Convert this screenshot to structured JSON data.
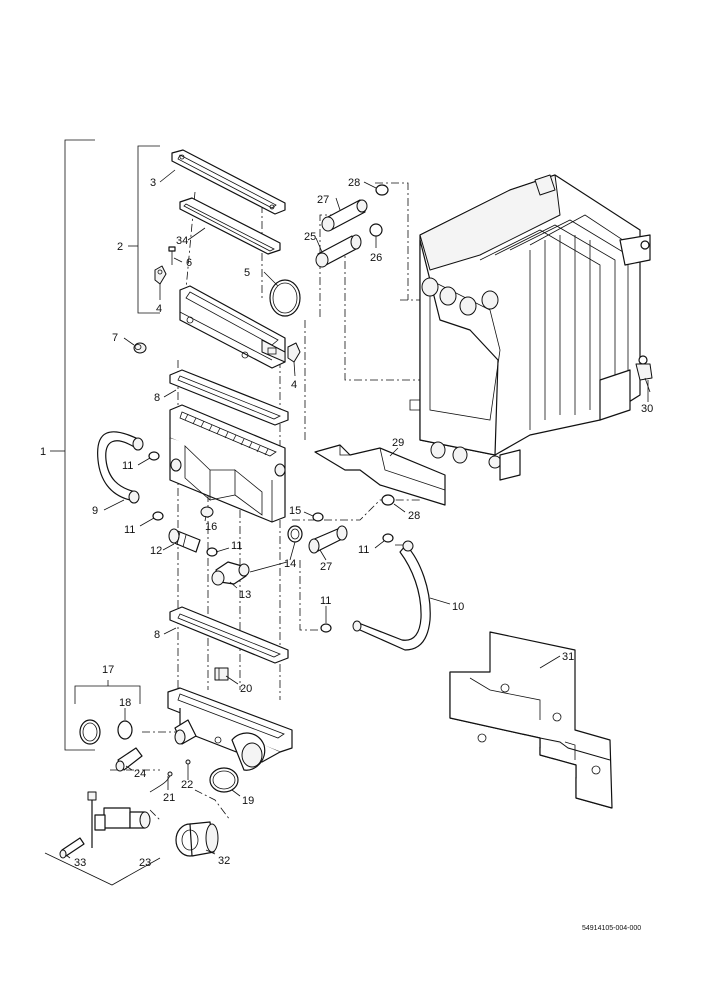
{
  "drawing": {
    "code": "54914105-004-000"
  },
  "callouts": [
    {
      "id": "c1",
      "text": "1"
    },
    {
      "id": "c2",
      "text": "2"
    },
    {
      "id": "c3",
      "text": "3"
    },
    {
      "id": "c34",
      "text": "34"
    },
    {
      "id": "c6",
      "text": "6"
    },
    {
      "id": "c4a",
      "text": "4"
    },
    {
      "id": "c5",
      "text": "5"
    },
    {
      "id": "c7",
      "text": "7"
    },
    {
      "id": "c4b",
      "text": "4"
    },
    {
      "id": "c8a",
      "text": "8"
    },
    {
      "id": "c11a",
      "text": "11"
    },
    {
      "id": "c9",
      "text": "9"
    },
    {
      "id": "c11b",
      "text": "11"
    },
    {
      "id": "c16",
      "text": "16"
    },
    {
      "id": "c12",
      "text": "12"
    },
    {
      "id": "c11c",
      "text": "11"
    },
    {
      "id": "c13",
      "text": "13"
    },
    {
      "id": "c14",
      "text": "14"
    },
    {
      "id": "c15",
      "text": "15"
    },
    {
      "id": "c27b",
      "text": "27"
    },
    {
      "id": "c11d",
      "text": "11"
    },
    {
      "id": "c11e",
      "text": "11"
    },
    {
      "id": "c10",
      "text": "10"
    },
    {
      "id": "c8b",
      "text": "8"
    },
    {
      "id": "c17",
      "text": "17"
    },
    {
      "id": "c18",
      "text": "18"
    },
    {
      "id": "c20",
      "text": "20"
    },
    {
      "id": "c24",
      "text": "24"
    },
    {
      "id": "c21",
      "text": "21"
    },
    {
      "id": "c22",
      "text": "22"
    },
    {
      "id": "c19",
      "text": "19"
    },
    {
      "id": "c23",
      "text": "23"
    },
    {
      "id": "c33",
      "text": "33"
    },
    {
      "id": "c32",
      "text": "32"
    },
    {
      "id": "c28a",
      "text": "28"
    },
    {
      "id": "c27a",
      "text": "27"
    },
    {
      "id": "c25",
      "text": "25"
    },
    {
      "id": "c26",
      "text": "26"
    },
    {
      "id": "c29",
      "text": "29"
    },
    {
      "id": "c28b",
      "text": "28"
    },
    {
      "id": "c30",
      "text": "30"
    },
    {
      "id": "c31",
      "text": "31"
    }
  ]
}
